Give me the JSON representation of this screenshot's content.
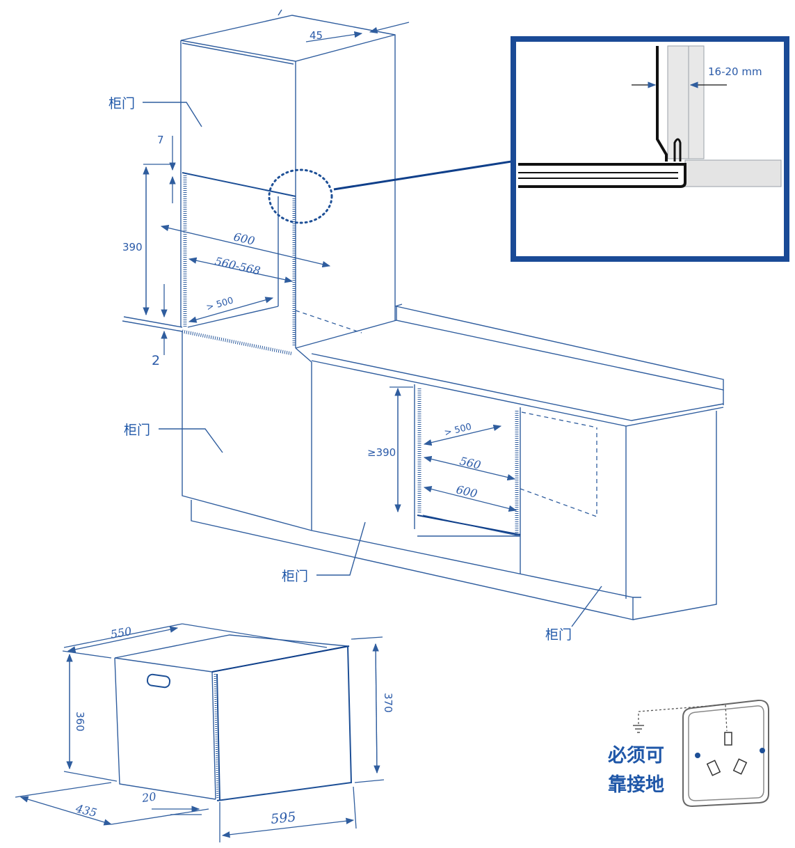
{
  "labels": {
    "door": "柜门",
    "ground_line1": "必须可",
    "ground_line2": "靠接地"
  },
  "dimensions": {
    "top_gap": "45",
    "detail_gap": "16-20 mm",
    "gap_top": "7",
    "height_upper": "390",
    "width_600": "600",
    "width_560_568": "560-568",
    "depth_500": "> 500",
    "gap_bottom": "2",
    "height_lower": "≥390",
    "depth_500_lower": "> 500",
    "width_560": "560",
    "width_600_lower": "600",
    "oven_depth": "550",
    "oven_height": "360",
    "oven_front_height": "370",
    "oven_side": "435",
    "oven_door": "20",
    "oven_width": "595"
  },
  "colors": {
    "line": "#2f5d9e",
    "frame": "#0f3f8a",
    "text": "#1f57a8"
  }
}
